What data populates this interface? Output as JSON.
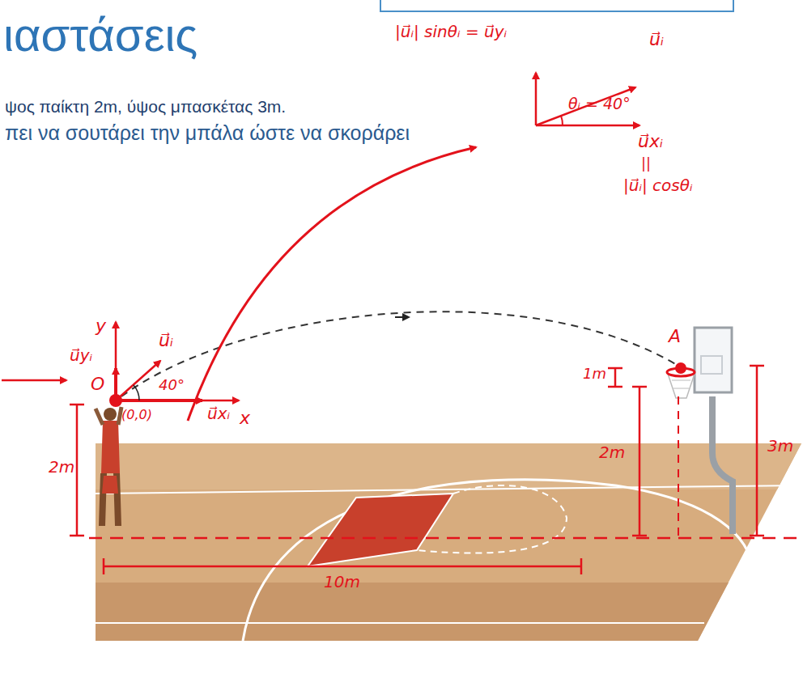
{
  "diagram": {
    "title": "ιαστάσεις",
    "labels": [
      "ψος παίκτη 2m, ύψος μπασκέτας 3m.",
      "πει να σουτάρει την μπάλα ώστε να σκοράρει",
      "|u⃗ᵢ| sinθᵢ = u⃗yᵢ",
      "u⃗ᵢ",
      "θᵢ = 40°",
      "u⃗xᵢ",
      "||",
      "|u⃗ᵢ| cosθᵢ",
      "y",
      "u⃗ᵢ",
      "u⃗yᵢ",
      "O",
      "40°",
      "(0,0)",
      "u⃗xᵢ",
      "x",
      "2m",
      "A",
      "1m",
      "2m",
      "3m",
      "10m"
    ]
  }
}
